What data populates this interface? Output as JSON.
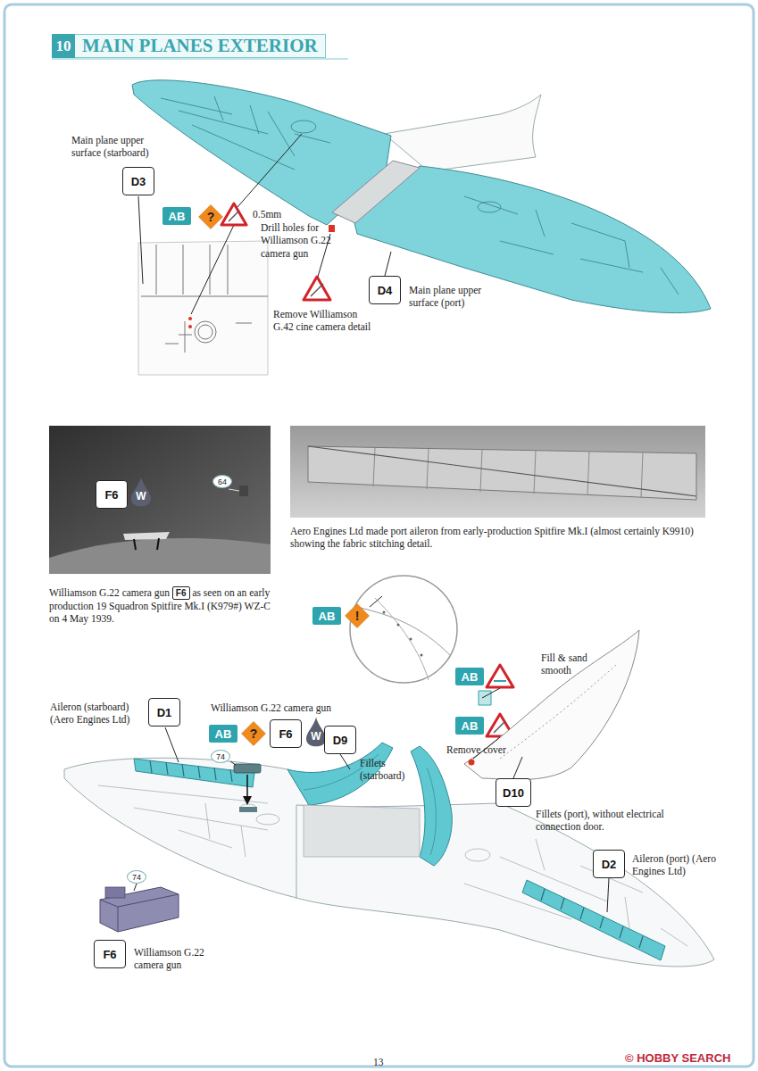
{
  "diagram": {
    "title": "MAIN PLANES EXTERIOR",
    "nodes": [
      {
        "text": [
          "D3"
        ]
      },
      {
        "text": [
          "AB"
        ]
      },
      {
        "text": [
          "?"
        ]
      },
      {
        "text": [
          "D4"
        ]
      },
      {
        "text": [
          "F6"
        ]
      },
      {
        "text": [
          "W"
        ]
      },
      {
        "text": [
          "64"
        ]
      },
      {
        "text": [
          "AB"
        ]
      },
      {
        "text": [
          "!"
        ]
      },
      {
        "text": [
          "AB"
        ]
      },
      {
        "text": [
          "AB"
        ]
      },
      {
        "text": [
          "D1"
        ]
      },
      {
        "text": [
          "AB"
        ]
      },
      {
        "text": [
          "?"
        ]
      },
      {
        "text": [
          "F6"
        ]
      },
      {
        "text": [
          "W"
        ]
      },
      {
        "text": [
          "74"
        ]
      },
      {
        "text": [
          "D9"
        ]
      },
      {
        "text": [
          "D10"
        ]
      },
      {
        "text": [
          "D2"
        ]
      },
      {
        "text": [
          "74"
        ]
      },
      {
        "text": [
          "F6"
        ]
      }
    ],
    "labels": [
      "10",
      "Main plane upper surface (starboard)",
      "0.5mm",
      "Drill holes for Williamson G.22 camera gun",
      "Remove Williamson G.42 cine camera detail",
      "Main plane upper surface (port)",
      "Aero Engines Ltd made port aileron from early-production Spitfire Mk.I (almost certainly K9910) showing the fabric stitching detail.",
      "Williamson G.22 camera gun",
      "F6",
      "as seen on an early production 19 Squadron Spitfire Mk.I (K979#) WZ-C on 4 May 1939.",
      "Fill & sand smooth",
      "Remove cover",
      "Aileron (starboard) (Aero Engines Ltd)",
      "Williamson G.22 camera gun",
      "Fillets (starboard)",
      "Fillets (port), without electrical connection door.",
      "Aileron (port) (Aero Engines Ltd)",
      "Williamson G.22 camera gun",
      "13",
      "© HOBBY SEARCH"
    ]
  }
}
